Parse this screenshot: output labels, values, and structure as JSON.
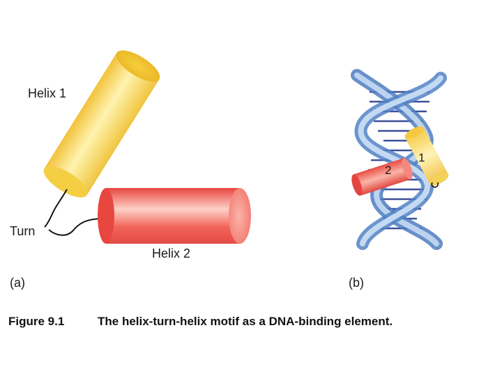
{
  "figure": {
    "panel_a": {
      "label": "(a)",
      "helix1_label": "Helix 1",
      "helix2_label": "Helix 2",
      "turn_label": "Turn"
    },
    "panel_b": {
      "label": "(b)",
      "helix1_number": "1",
      "helix2_number": "2"
    },
    "caption": {
      "number": "Figure 9.1",
      "text": "The helix-turn-helix motif as a DNA-binding element."
    },
    "colors": {
      "helix1": "#f5d24a",
      "helix2": "#ef5a4f",
      "dna_backbone": "#8fb5e3",
      "dna_bases": "#3c4f9a"
    }
  }
}
